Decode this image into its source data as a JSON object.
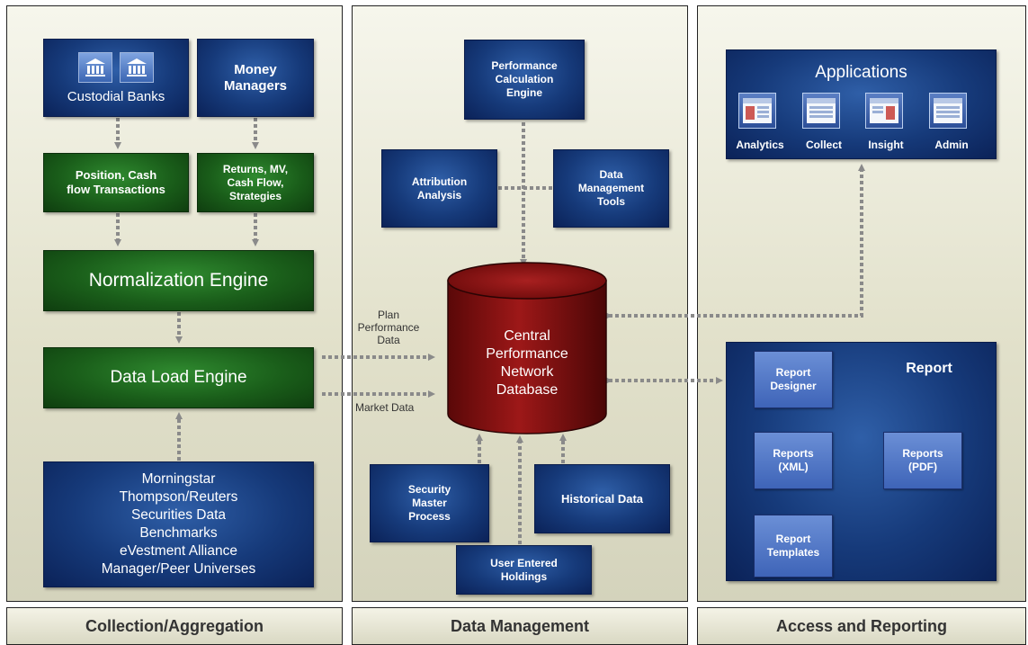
{
  "columns": {
    "collection": {
      "footer": "Collection/Aggregation"
    },
    "management": {
      "footer": "Data Management"
    },
    "access": {
      "footer": "Access and Reporting"
    }
  },
  "collection": {
    "custodial_banks": "Custodial Banks",
    "money_managers": "Money Managers",
    "position_box": "Position, Cash flow Transactions",
    "returns_box": "Returns, MV, Cash Flow, Strategies",
    "normalization_engine": "Normalization Engine",
    "data_load_engine": "Data Load Engine",
    "sources": [
      "Morningstar",
      "Thompson/Reuters",
      "Securities Data",
      "Benchmarks",
      "eVestment Alliance",
      "Manager/Peer Universes"
    ]
  },
  "management": {
    "perf_calc_engine": "Performance Calculation Engine",
    "attribution_analysis": "Attribution Analysis",
    "data_mgmt_tools": "Data Management Tools",
    "database": "Central Performance Network Database",
    "plan_performance_label": "Plan Performance Data",
    "market_data_label": "Market Data",
    "security_master": "Security Master Process",
    "historical_data": "Historical Data",
    "user_entered": "User Entered Holdings"
  },
  "access": {
    "applications_title": "Applications",
    "apps": [
      "Analytics",
      "Collect",
      "Insight",
      "Admin"
    ],
    "report_title": "Report",
    "report_designer": "Report Designer",
    "reports_xml": "Reports (XML)",
    "reports_pdf": "Reports (PDF)",
    "report_templates": "Report Templates"
  },
  "colors": {
    "panel_bg": "#e2e1cb",
    "dark_blue": "#163a7a",
    "green": "#1a5e1a",
    "database_red": "#8b1212",
    "connector": "#8a8a8a",
    "light_connector": "#8fb0ea"
  }
}
